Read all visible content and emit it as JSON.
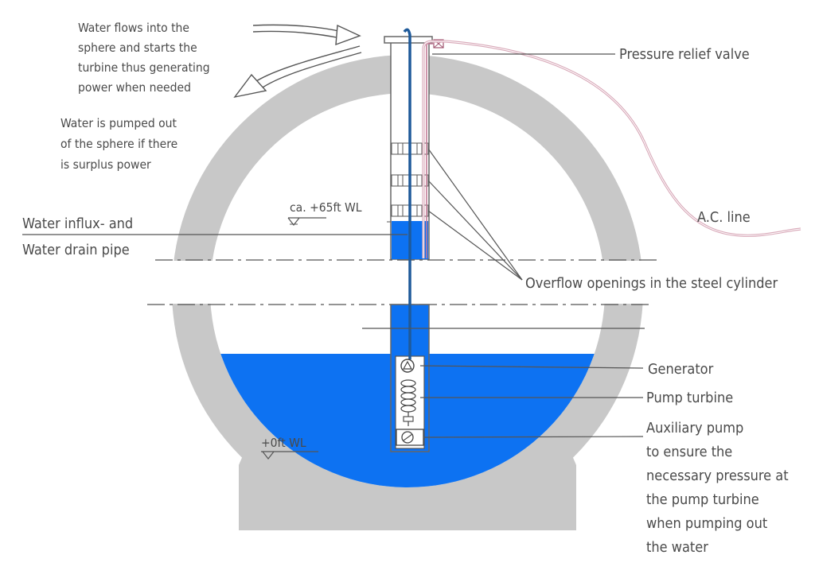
{
  "labels": {
    "inflow_note": [
      "Water flows into the",
      "sphere and starts the",
      "turbine thus generating",
      "power when needed"
    ],
    "outflow_note": [
      "Water is pumped out",
      "of the sphere if there",
      "is surplus power"
    ],
    "upper_wl": "ca. +65ft WL",
    "pipe": [
      "Water influx- and",
      "Water drain pipe"
    ],
    "relief_valve": "Pressure relief valve",
    "ac_line": "A.C. line",
    "overflow": "Overflow openings in the steel cylinder",
    "generator": "Generator",
    "pump_turbine": "Pump turbine",
    "aux_pump": [
      "Auxiliary pump",
      "to ensure the",
      "necessary pressure at",
      "the pump turbine",
      "when pumping out",
      "the water"
    ],
    "lower_wl": "+0ft WL"
  },
  "colors": {
    "concrete": "#c8c8c8",
    "water": "#0d72f2",
    "pipe": "#1f5a9a",
    "cable": "#d8a8b8",
    "line": "#555555"
  }
}
